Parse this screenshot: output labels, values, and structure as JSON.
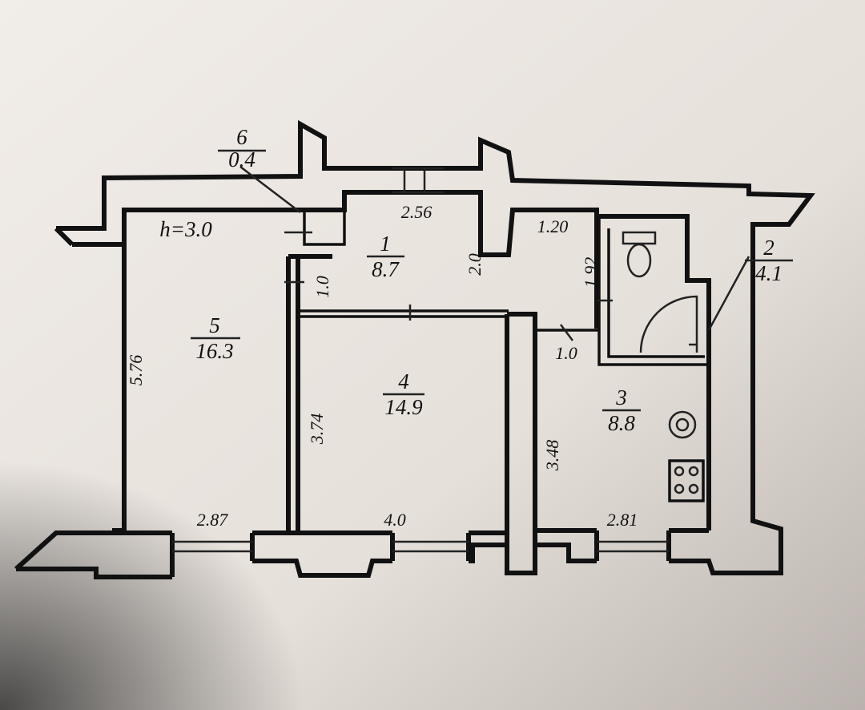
{
  "plan": {
    "ceiling_height": "h=3.0",
    "rooms": [
      {
        "number": "1",
        "area": "8.7"
      },
      {
        "number": "2",
        "area": "4.1"
      },
      {
        "number": "3",
        "area": "8.8"
      },
      {
        "number": "4",
        "area": "14.9"
      },
      {
        "number": "5",
        "area": "16.3"
      },
      {
        "number": "6",
        "area": "0.4"
      }
    ],
    "dimensions": {
      "d_2_56": "2.56",
      "d_2_0": "2.0",
      "d_1_20": "1.20",
      "d_1_92": "1.92",
      "d_1_0_hall": "1.0",
      "d_1_0_kitchen": "1.0",
      "d_5_76": "5.76",
      "d_3_74": "3.74",
      "d_3_48": "3.48",
      "d_2_87": "2.87",
      "d_4_0": "4.0",
      "d_2_81": "2.81"
    }
  }
}
